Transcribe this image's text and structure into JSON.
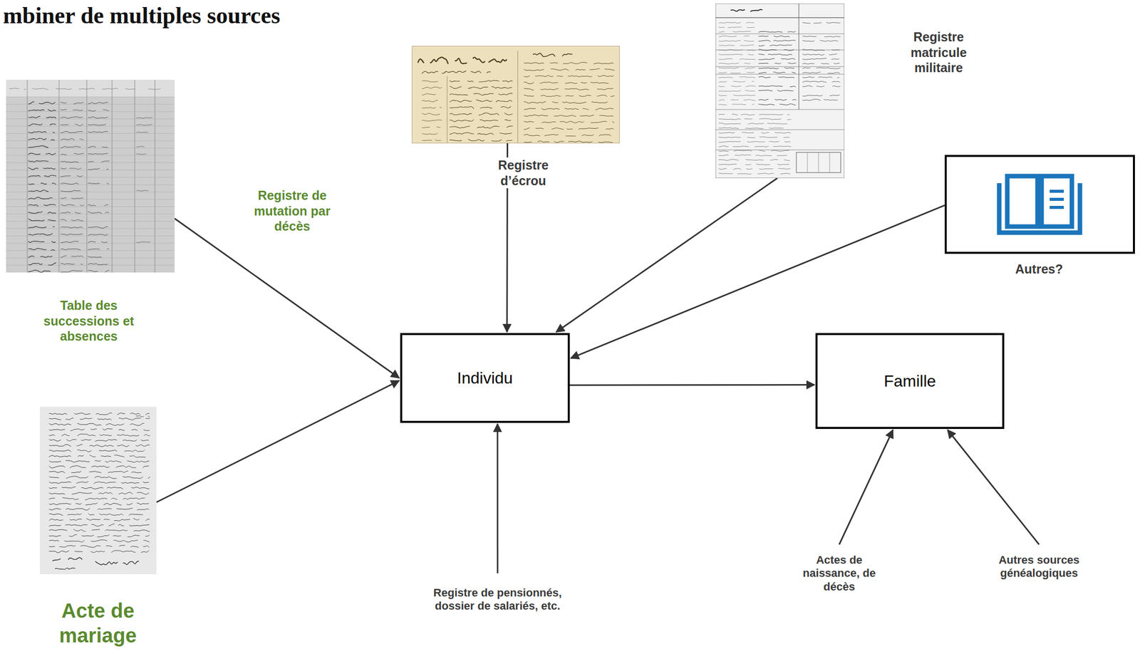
{
  "diagram": {
    "title": "mbiner de multiples sources",
    "nodes": [
      {
        "text": [
          "Registre de mutation par décès",
          "Table des successions et absences"
        ]
      },
      {
        "text": [
          "Registre d’écrou"
        ]
      },
      {
        "text": [
          "Registre matricule militaire"
        ]
      },
      {
        "text": [
          "Autres?"
        ]
      },
      {
        "text": [
          "Individu"
        ]
      },
      {
        "text": [
          "Famille"
        ]
      },
      {
        "text": [
          "Acte de mariage"
        ]
      },
      {
        "text": [
          "Registre de pensionnés, dossier de salariés, etc."
        ]
      },
      {
        "text": [
          "Actes de naissance, de décès"
        ]
      },
      {
        "text": [
          "Autres sources généalogiques"
        ]
      }
    ],
    "edges": [
      {
        "from": 0,
        "to": 4,
        "arrow": "to"
      },
      {
        "from": 1,
        "to": 4,
        "arrow": "to"
      },
      {
        "from": 2,
        "to": 4,
        "arrow": "to"
      },
      {
        "from": 3,
        "to": 4,
        "arrow": "to"
      },
      {
        "from": 6,
        "to": 4,
        "arrow": "to"
      },
      {
        "from": 7,
        "to": 4,
        "arrow": "to"
      },
      {
        "from": 4,
        "to": 5,
        "arrow": "to"
      },
      {
        "from": 8,
        "to": 5,
        "arrow": "to"
      },
      {
        "from": 9,
        "to": 5,
        "arrow": "to"
      }
    ]
  }
}
